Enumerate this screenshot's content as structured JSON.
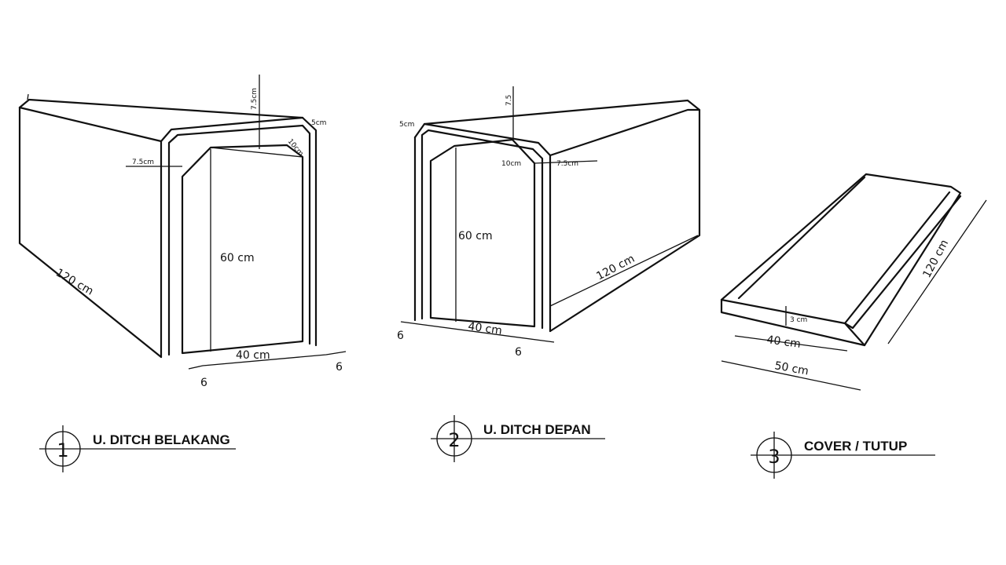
{
  "figures": [
    {
      "number": "1",
      "title": "U. DITCH BELAKANG",
      "dims": {
        "length": "120 cm",
        "height": "60 cm",
        "width": "40 cm",
        "wall_left": "6",
        "wall_right": "6",
        "top": "7.5cm",
        "edge": "5cm",
        "chamfer": "10cm",
        "side": "7.5cm"
      }
    },
    {
      "number": "2",
      "title": "U. DITCH DEPAN",
      "dims": {
        "length": "120 cm",
        "height": "60 cm",
        "width": "40 cm",
        "wall_left": "6",
        "wall_right": "6",
        "top": "7.5",
        "edge": "5cm",
        "chamfer": "10cm",
        "side": "7.5cm"
      }
    },
    {
      "number": "3",
      "title": "COVER / TUTUP",
      "dims": {
        "length": "120 cm",
        "thickness": "3 cm",
        "inner_width": "40 cm",
        "outer_width": "50 cm"
      }
    }
  ]
}
